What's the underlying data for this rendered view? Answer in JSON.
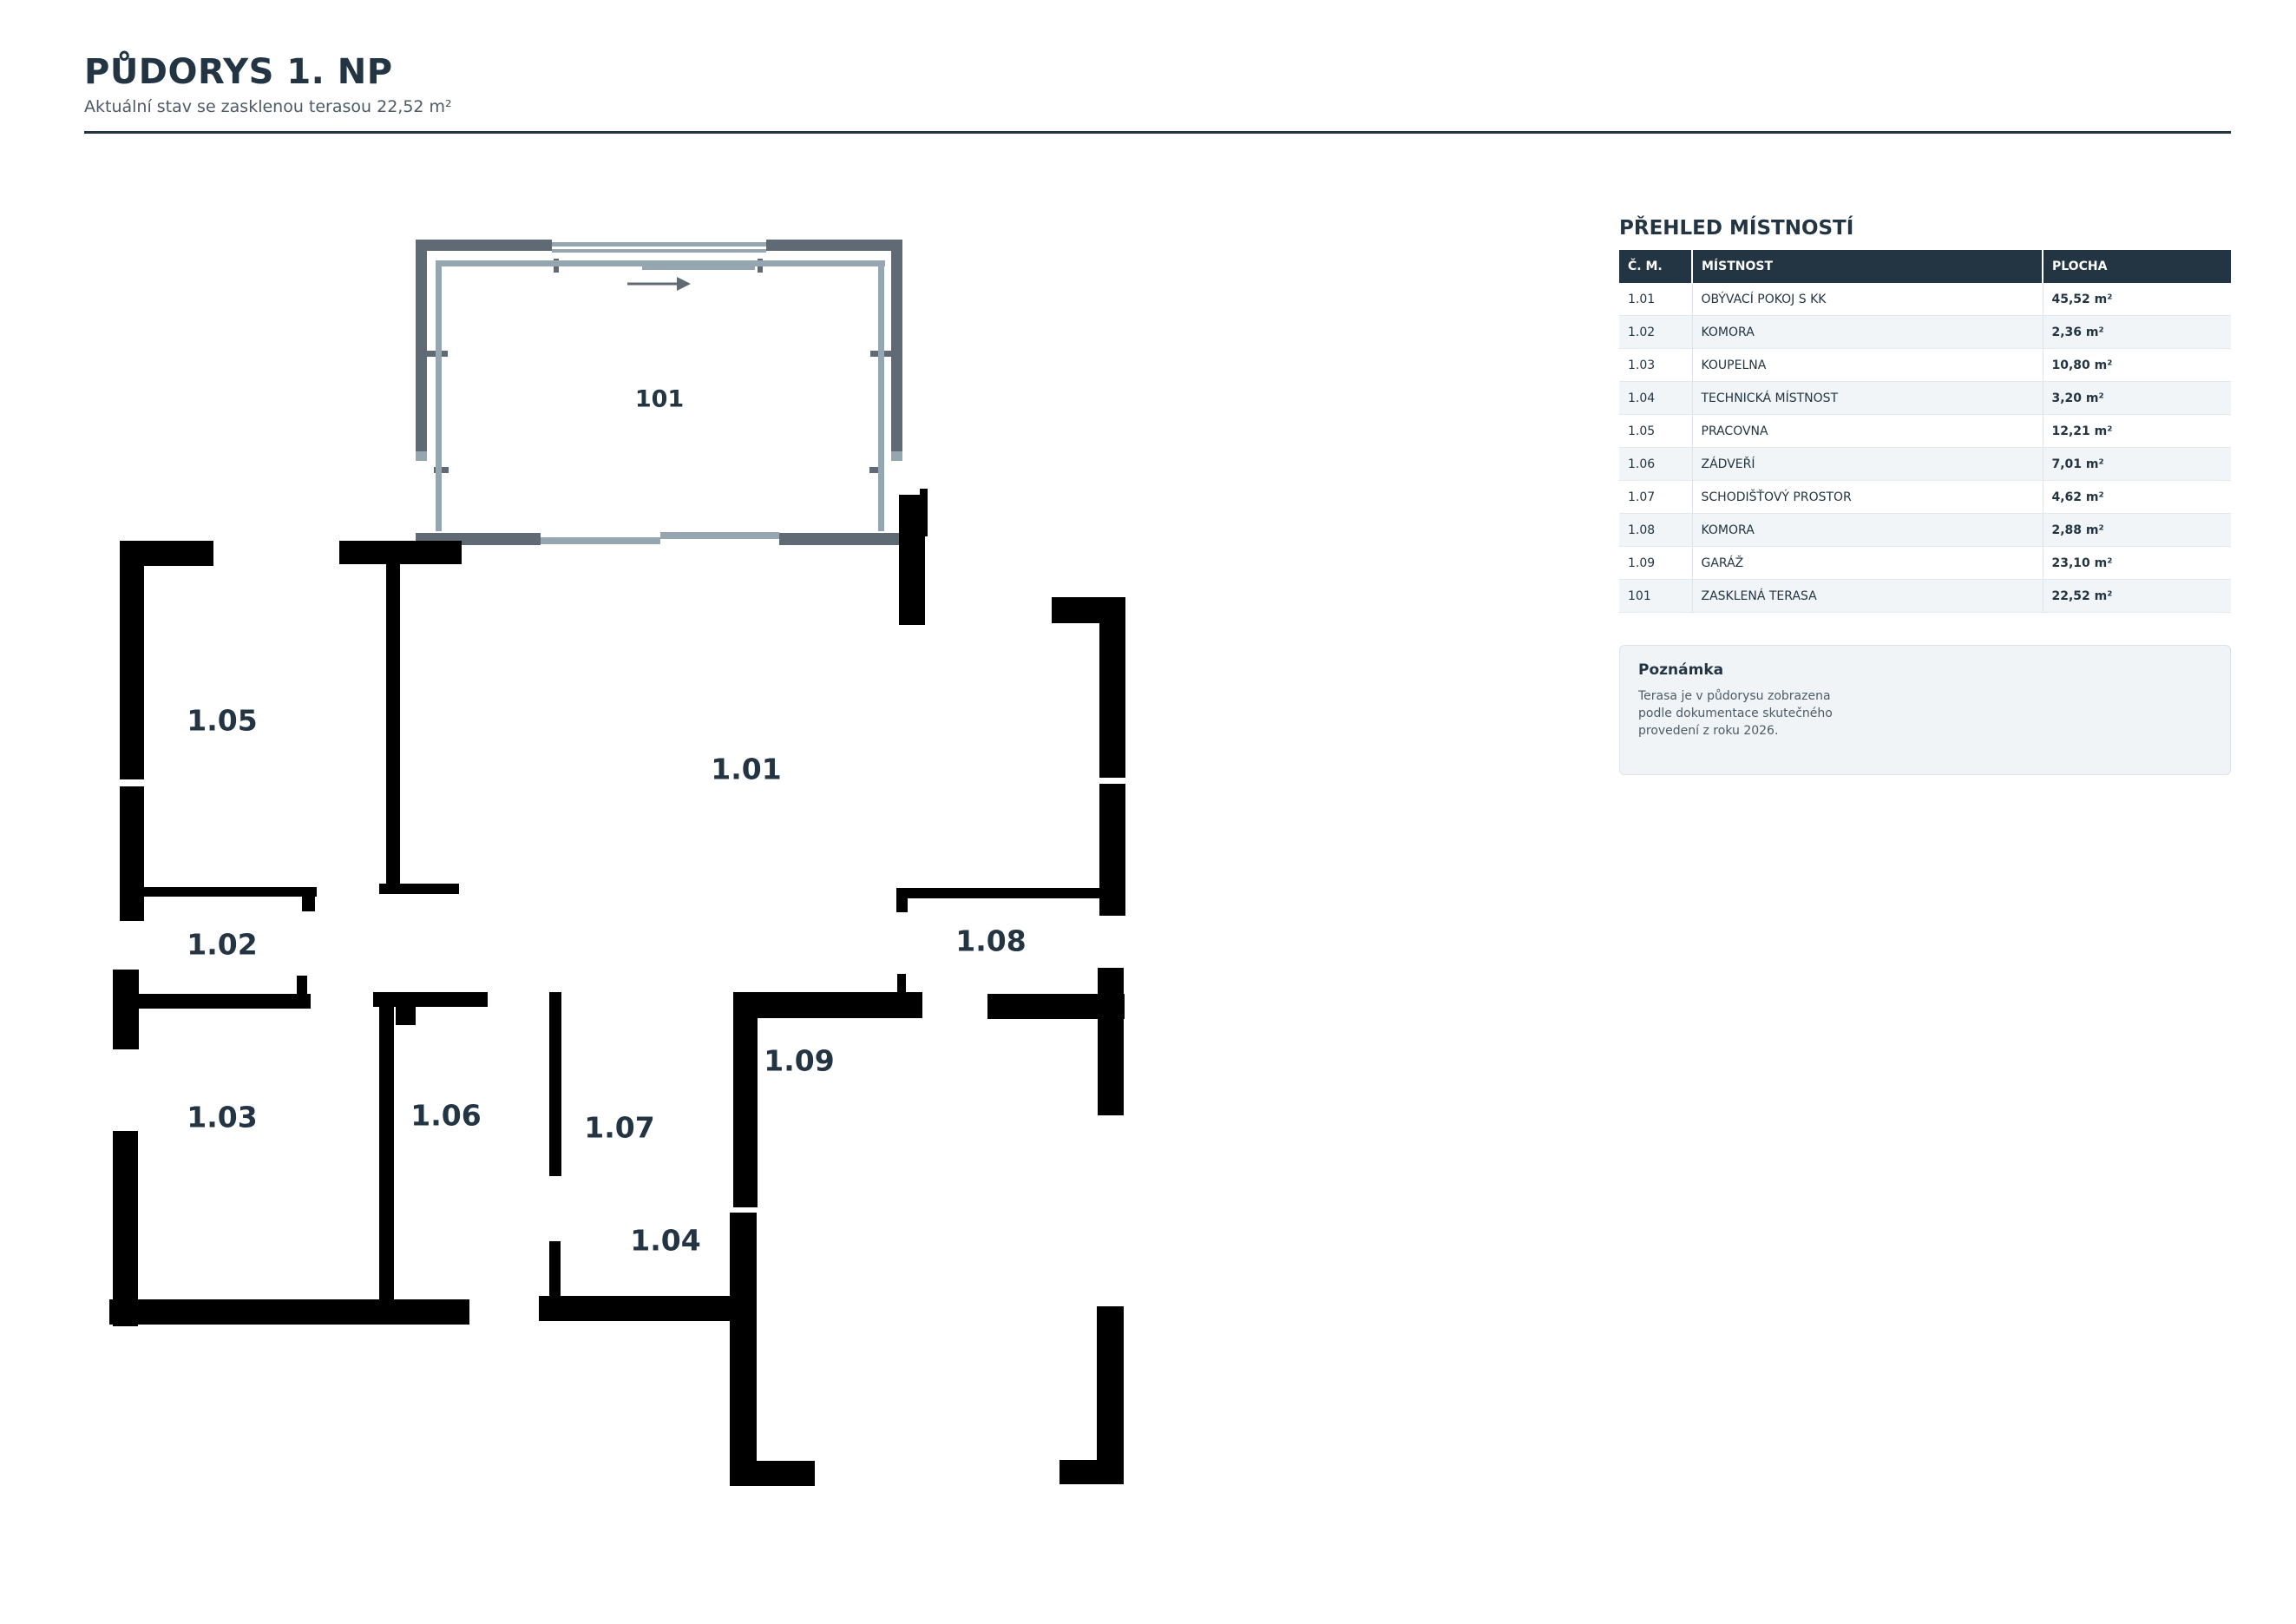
{
  "header": {
    "title": "PŮDORYS 1. NP",
    "subtitle": "Aktuální stav se zasklenou terasou 22,52 m²"
  },
  "plan": {
    "labels": {
      "terrace": "101",
      "r101": "1.01",
      "r102": "1.02",
      "r103": "1.03",
      "r104": "1.04",
      "r105": "1.05",
      "r106": "1.06",
      "r107": "1.07",
      "r108": "1.08",
      "r109": "1.09"
    },
    "colors": {
      "wall": "#000000",
      "terrace_frame": "#5f6a75",
      "terrace_glass": "#95a6b1"
    }
  },
  "rooms_panel": {
    "title": "PŘEHLED MÍSTNOSTÍ",
    "columns": [
      "Č. M.",
      "MÍSTNOST",
      "PLOCHA"
    ],
    "rows": [
      {
        "num": "1.01",
        "name": "OBÝVACÍ POKOJ S KK",
        "area": "45,52 m²"
      },
      {
        "num": "1.02",
        "name": "KOMORA",
        "area": "2,36 m²"
      },
      {
        "num": "1.03",
        "name": "KOUPELNA",
        "area": "10,80 m²"
      },
      {
        "num": "1.04",
        "name": "TECHNICKÁ MÍSTNOST",
        "area": "3,20 m²"
      },
      {
        "num": "1.05",
        "name": "PRACOVNA",
        "area": "12,21 m²"
      },
      {
        "num": "1.06",
        "name": "ZÁDVEŘÍ",
        "area": "7,01 m²"
      },
      {
        "num": "1.07",
        "name": "SCHODIŠŤOVÝ PROSTOR",
        "area": "4,62 m²"
      },
      {
        "num": "1.08",
        "name": "KOMORA",
        "area": "2,88 m²"
      },
      {
        "num": "1.09",
        "name": "GARÁŽ",
        "area": "23,10 m²"
      },
      {
        "num": "101",
        "name": "ZASKLENÁ TERASA",
        "area": "22,52 m²"
      }
    ]
  },
  "note": {
    "title": "Poznámka",
    "text": "Terasa je v půdorysu zobrazena podle dokumentace skutečného provedení z roku 2026."
  }
}
